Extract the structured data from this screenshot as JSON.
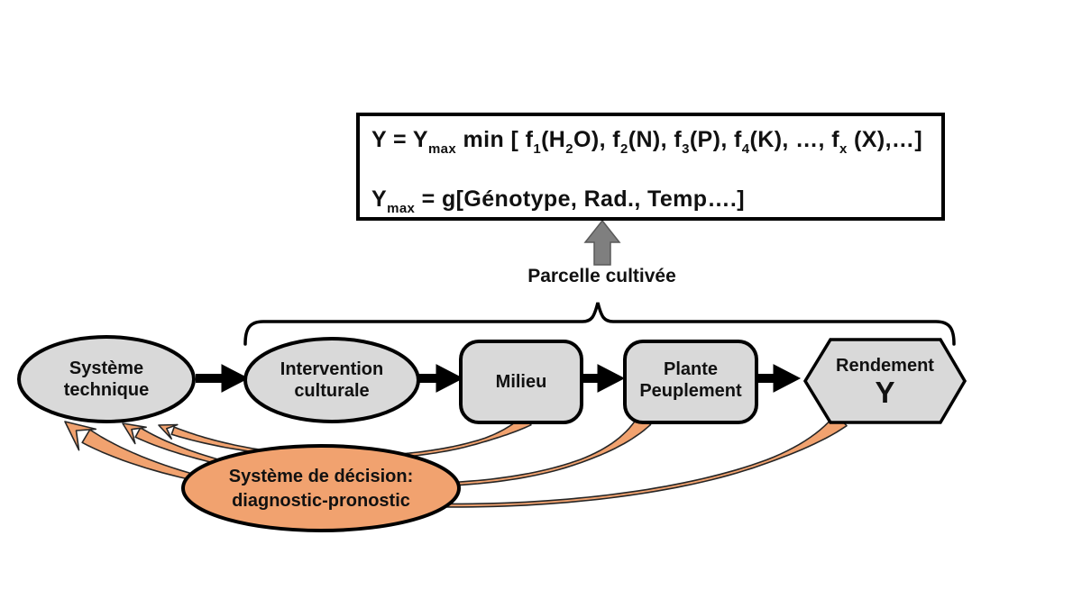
{
  "formula_box": {
    "line1": [
      {
        "t": "Y = Y"
      },
      {
        "s": "max"
      },
      {
        "t": " min [ f"
      },
      {
        "s": "1"
      },
      {
        "t": "(H"
      },
      {
        "s": "2"
      },
      {
        "t": "O), f"
      },
      {
        "s": "2"
      },
      {
        "t": "(N), f"
      },
      {
        "s": "3"
      },
      {
        "t": "(P), f"
      },
      {
        "s": "4"
      },
      {
        "t": "(K), …, f"
      },
      {
        "s": "x"
      },
      {
        "t": " (X),…]"
      }
    ],
    "line2": [
      {
        "t": "Y"
      },
      {
        "s": "max"
      },
      {
        "t": " = g[Génotype, Rad., Temp….]"
      }
    ]
  },
  "labels": {
    "parcelle": "Parcelle cultivée"
  },
  "icons": {
    "parcel_pointer": "up-arrow"
  },
  "nodes": {
    "systeme_technique": {
      "lines": [
        "Système",
        "technique"
      ]
    },
    "intervention": {
      "lines": [
        "Intervention",
        "culturale"
      ]
    },
    "milieu": {
      "lines": [
        "Milieu"
      ]
    },
    "plante": {
      "lines": [
        "Plante",
        "Peuplement"
      ]
    },
    "rendement": {
      "lines": [
        "Rendement",
        "Y"
      ]
    },
    "decision": {
      "lines": [
        "Système de décision:",
        "diagnostic-pronostic"
      ]
    }
  },
  "colors": {
    "node_fill": "#d9d9d9",
    "node_stroke": "#000000",
    "accent_orange": "#f1a26f",
    "orange_outline": "#262626",
    "arrow_gray": "#7f7f7f",
    "text": "#111111"
  }
}
